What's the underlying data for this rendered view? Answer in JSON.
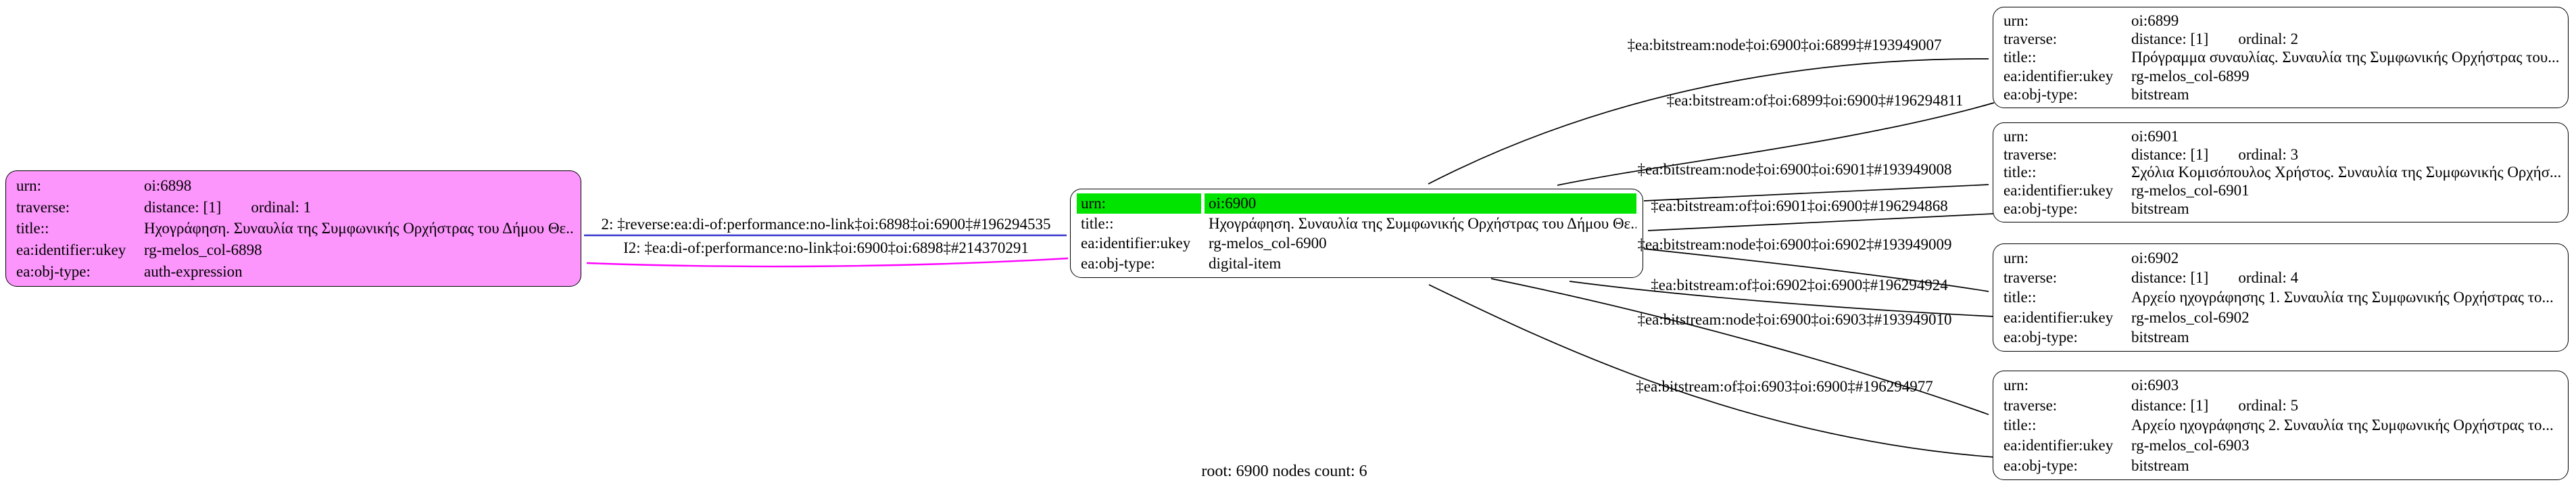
{
  "colors": {
    "node_magenta_fill": "#fc96fc",
    "green_highlight": "#00e400",
    "edge_blue": "#3434cd",
    "edge_magenta": "#ff00ff",
    "edge_black": "#000000"
  },
  "footer": "root: 6900 nodes count: 6",
  "nodes": {
    "n6898": {
      "urn_label": "urn:",
      "urn": "oi:6898",
      "traverse_label": "traverse:",
      "distance": "distance: [1]",
      "ordinal": "ordinal: 1",
      "title_label": "title::",
      "title": "Ηχογράφηση. Συναυλία της Συμφωνικής Ορχήστρας του Δήμου Θε...",
      "ukey_label": "ea:identifier:ukey",
      "ukey": "rg-melos_col-6898",
      "objtype_label": "ea:obj-type:",
      "objtype": "auth-expression"
    },
    "n6900": {
      "urn_label": "urn:",
      "urn": "oi:6900",
      "title_label": "title::",
      "title": "Ηχογράφηση. Συναυλία της Συμφωνικής Ορχήστρας του Δήμου Θε...",
      "ukey_label": "ea:identifier:ukey",
      "ukey": "rg-melos_col-6900",
      "objtype_label": "ea:obj-type:",
      "objtype": "digital-item"
    },
    "n6899": {
      "urn_label": "urn:",
      "urn": "oi:6899",
      "traverse_label": "traverse:",
      "distance": "distance: [1]",
      "ordinal": "ordinal: 2",
      "title_label": "title::",
      "title": "Πρόγραμμα συναυλίας. Συναυλία της Συμφωνικής Ορχήστρας του...",
      "ukey_label": "ea:identifier:ukey",
      "ukey": "rg-melos_col-6899",
      "objtype_label": "ea:obj-type:",
      "objtype": "bitstream"
    },
    "n6901": {
      "urn_label": "urn:",
      "urn": "oi:6901",
      "traverse_label": "traverse:",
      "distance": "distance: [1]",
      "ordinal": "ordinal: 3",
      "title_label": "title::",
      "title": "Σχόλια Κομισόπουλος Χρήστος. Συναυλία της Συμφωνικής Ορχήσ...",
      "ukey_label": "ea:identifier:ukey",
      "ukey": "rg-melos_col-6901",
      "objtype_label": "ea:obj-type:",
      "objtype": "bitstream"
    },
    "n6902": {
      "urn_label": "urn:",
      "urn": "oi:6902",
      "traverse_label": "traverse:",
      "distance": "distance: [1]",
      "ordinal": "ordinal: 4",
      "title_label": "title::",
      "title": "Αρχείο ηχογράφησης 1. Συναυλία της Συμφωνικής Ορχήστρας το...",
      "ukey_label": "ea:identifier:ukey",
      "ukey": "rg-melos_col-6902",
      "objtype_label": "ea:obj-type:",
      "objtype": "bitstream"
    },
    "n6903": {
      "urn_label": "urn:",
      "urn": "oi:6903",
      "traverse_label": "traverse:",
      "distance": "distance: [1]",
      "ordinal": "ordinal: 5",
      "title_label": "title::",
      "title": "Αρχείο ηχογράφησης 2. Συναυλία της Συμφωνικής Ορχήστρας το...",
      "ukey_label": "ea:identifier:ukey",
      "ukey": "rg-melos_col-6903",
      "objtype_label": "ea:obj-type:",
      "objtype": "bitstream"
    }
  },
  "edge_labels": {
    "forward_6898": "2: ‡reverse:ea:di-of:performance:no-link‡oi:6898‡oi:6900‡#196294535",
    "inverse_6898": "I2: ‡ea:di-of:performance:no-link‡oi:6900‡oi:6898‡#214370291",
    "node_6899": "‡ea:bitstream:node‡oi:6900‡oi:6899‡#193949007",
    "of_6899": "‡ea:bitstream:of‡oi:6899‡oi:6900‡#196294811",
    "node_6901": "‡ea:bitstream:node‡oi:6900‡oi:6901‡#193949008",
    "of_6901": "‡ea:bitstream:of‡oi:6901‡oi:6900‡#196294868",
    "node_6902": "‡ea:bitstream:node‡oi:6900‡oi:6902‡#193949009",
    "of_6902": "‡ea:bitstream:of‡oi:6902‡oi:6900‡#196294924",
    "node_6903": "‡ea:bitstream:node‡oi:6900‡oi:6903‡#193949010",
    "of_6903": "‡ea:bitstream:of‡oi:6903‡oi:6900‡#196294977"
  }
}
